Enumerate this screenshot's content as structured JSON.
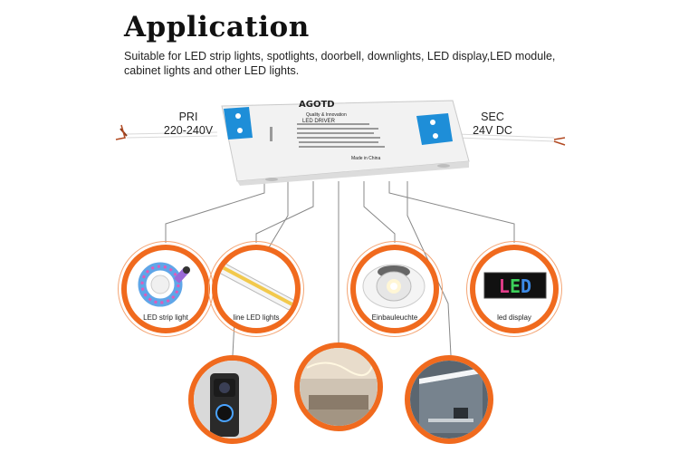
{
  "header": {
    "title": "Application",
    "subtitle": "Suitable for LED strip lights, spotlights, doorbell, downlights, LED display,LED module, cabinet lights and other LED lights."
  },
  "driver": {
    "brand": "AGOTD",
    "tagline": "Quality & Innovation",
    "model_label": "LED DRIVER",
    "pri_label": "PRI",
    "pri_value": "220-240V",
    "sec_label": "SEC",
    "sec_value": "24V DC",
    "made_in": "Made in China"
  },
  "applications": [
    {
      "label": "LED strip light"
    },
    {
      "label": "line LED lights"
    },
    {
      "label": "Einbauleuchte"
    },
    {
      "label": "led display"
    },
    {
      "label": ""
    },
    {
      "label": ""
    },
    {
      "label": ""
    }
  ],
  "display_text": "LED",
  "colors": {
    "accent": "#f06a1e",
    "terminal_blue": "#1e8ed8",
    "driver_body": "#f2f2f2"
  }
}
